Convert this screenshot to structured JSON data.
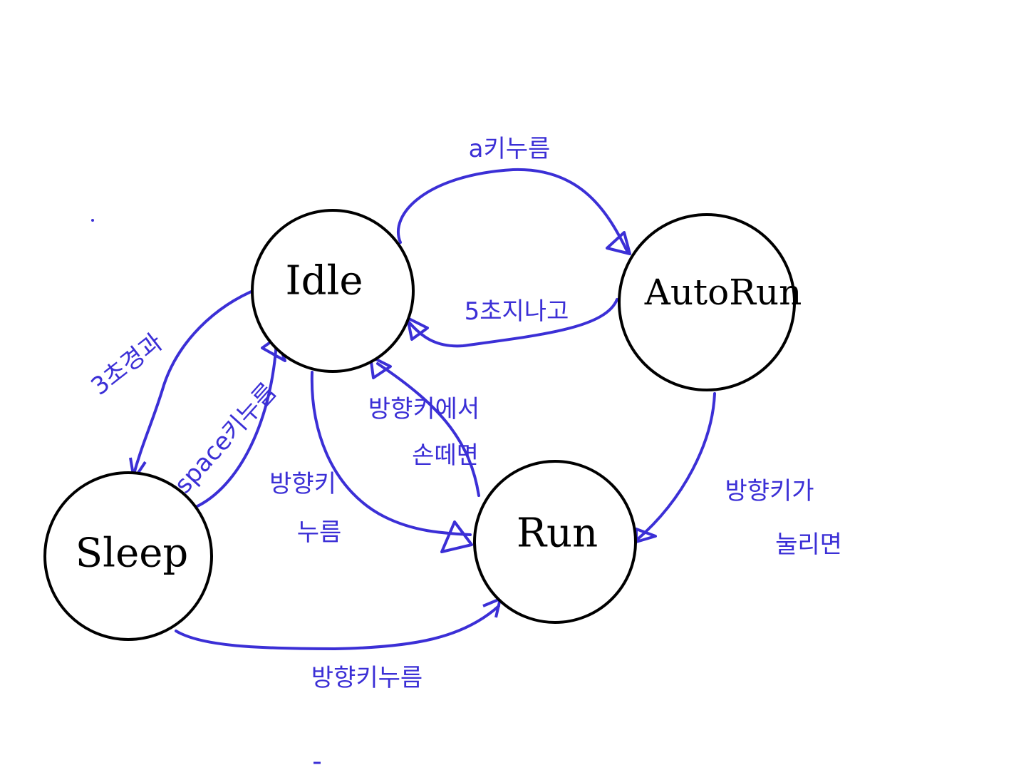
{
  "colors": {
    "edge": "#3b2fd6",
    "state_stroke": "#000000",
    "background": "#ffffff"
  },
  "states": {
    "idle": "Idle",
    "autorun": "AutoRun",
    "run": "Run",
    "sleep": "Sleep"
  },
  "transitions": {
    "idle_to_autorun": "a키누름",
    "autorun_to_idle": "5초지나고",
    "idle_to_sleep": "3초경과",
    "sleep_to_idle": "space키누름",
    "idle_to_run_line1": "방향키",
    "idle_to_run_line2": "누름",
    "run_to_idle_line1": "방향키에서",
    "run_to_idle_line2": "손떼면",
    "autorun_to_run_line1": "방향키가",
    "autorun_to_run_line2": "눌리면",
    "sleep_to_run": "방향키누름"
  }
}
